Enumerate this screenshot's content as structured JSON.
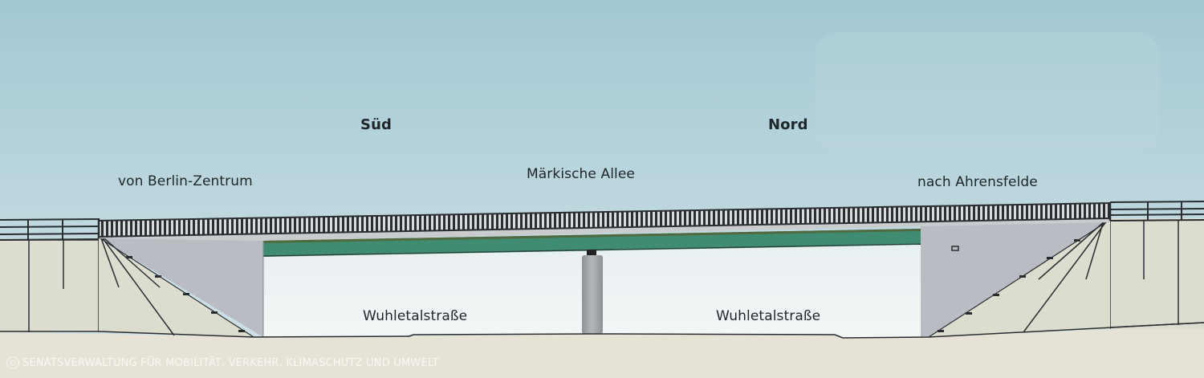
{
  "labels": {
    "south": "Süd",
    "north": "Nord",
    "from_city": "von Berlin-Zentrum",
    "bridge_road": "Märkische Allee",
    "to_city": "nach Ahrensfelde",
    "under_road_left": "Wuhletalstraße",
    "under_road_right": "Wuhletalstraße"
  },
  "credit": {
    "icon": "©",
    "text": "SENATSVERWALTUNG FÜR MOBILITÄT, VERKEHR, KLIMASCHUTZ UND UMWELT"
  },
  "colors": {
    "sky_top": "#a2c8d3",
    "sky_bottom": "#d2e2e6",
    "ground": "#e6e3d6",
    "abutment_wall": "#dcdccf",
    "abutment_shade": "#b9bcc2",
    "girder": "#3f8c72",
    "deck": "#c8cacc",
    "railing": "#2a2e31",
    "pier": "#9fa3a7",
    "underpass": "#eef3f4"
  }
}
